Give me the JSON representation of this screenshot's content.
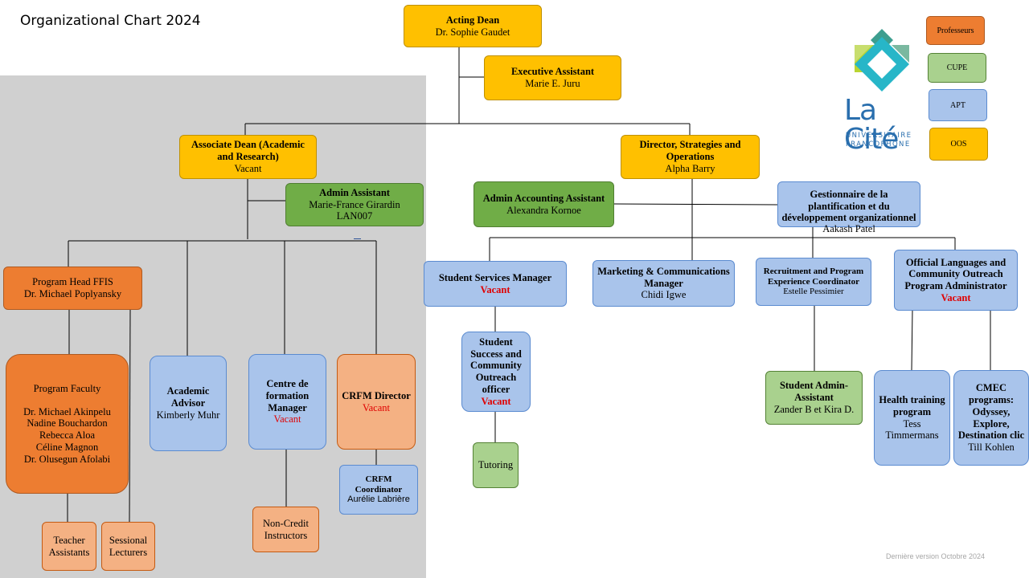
{
  "title": "Organizational Chart 2024",
  "footer": "Dernière version Octobre 2024",
  "logo": {
    "brand": "La Cité",
    "line1": "UNIVERSITAIRE",
    "line2": "FRANCOPHONE"
  },
  "legend": [
    {
      "label": "Professeurs",
      "color": "#ed7d31"
    },
    {
      "label": "CUPE",
      "color": "#a9d18e"
    },
    {
      "label": "APT",
      "color": "#a9c4eb"
    },
    {
      "label": "OOS",
      "color": "#ffc000"
    }
  ],
  "nodes": {
    "acting_dean": {
      "title": "Acting Dean",
      "name": "Dr. Sophie Gaudet"
    },
    "exec_assistant": {
      "title": "Executive Assistant",
      "name": "Marie E. Juru"
    },
    "assoc_dean": {
      "title": "Associate Dean (Academic and Research)",
      "name": "Vacant"
    },
    "admin_assistant": {
      "title": "Admin Assistant",
      "name": "Marie-France Girardin",
      "extra": "LAN007"
    },
    "director": {
      "title": "Director, Strategies and Operations",
      "name": "Alpha Barry"
    },
    "admin_accounting": {
      "title": "Admin Accounting Assistant",
      "name": "Alexandra Kornoe"
    },
    "gestionnaire": {
      "title": "Gestionnaire de la plantification et du développement organizationnel",
      "name": "Aakash Patel"
    },
    "program_head": {
      "title": "Program Head FFIS",
      "name": "Dr. Michael Poplyansky"
    },
    "program_faculty": {
      "title": "Program Faculty",
      "members": [
        "Dr. Michael Akinpelu",
        "Nadine Bouchardon",
        "Rebecca Aloa",
        "Céline Magnon",
        "Dr. Olusegun Afolabi"
      ]
    },
    "academic_advisor": {
      "title": "Academic Advisor",
      "name": "Kimberly Muhr"
    },
    "centre_formation": {
      "title": "Centre de formation Manager",
      "name": "Vacant"
    },
    "crfm_director": {
      "title": "CRFM Director",
      "name": "Vacant"
    },
    "crfm_coordinator": {
      "title": "CRFM Coordinator",
      "name": "Aurélie Labrière"
    },
    "teacher_assistants": {
      "title": "Teacher Assistants"
    },
    "sessional_lecturers": {
      "title": "Sessional Lecturers"
    },
    "non_credit": {
      "title": "Non-Credit Instructors"
    },
    "student_services": {
      "title": "Student Services Manager",
      "name": "Vacant"
    },
    "student_success": {
      "title": "Student Success and Community Outreach officer",
      "name": "Vacant"
    },
    "tutoring": {
      "title": "Tutoring"
    },
    "marketing": {
      "title": "Marketing & Communications Manager",
      "name": "Chidi Igwe"
    },
    "recruitment": {
      "title": "Recruitment and Program Experience Coordinator",
      "name": "Estelle Pessimier"
    },
    "student_admin": {
      "title": "Student Admin-Assistant",
      "name": "Zander B et Kira D."
    },
    "official_languages": {
      "title": "Official Languages and Community Outreach Program Administrator",
      "name": "Vacant"
    },
    "health_training": {
      "title": "Health training program",
      "name": "Tess Timmermans"
    },
    "cmec": {
      "title": "CMEC programs: Odyssey, Explore, Destination clic",
      "name": "Till Kohlen"
    }
  }
}
